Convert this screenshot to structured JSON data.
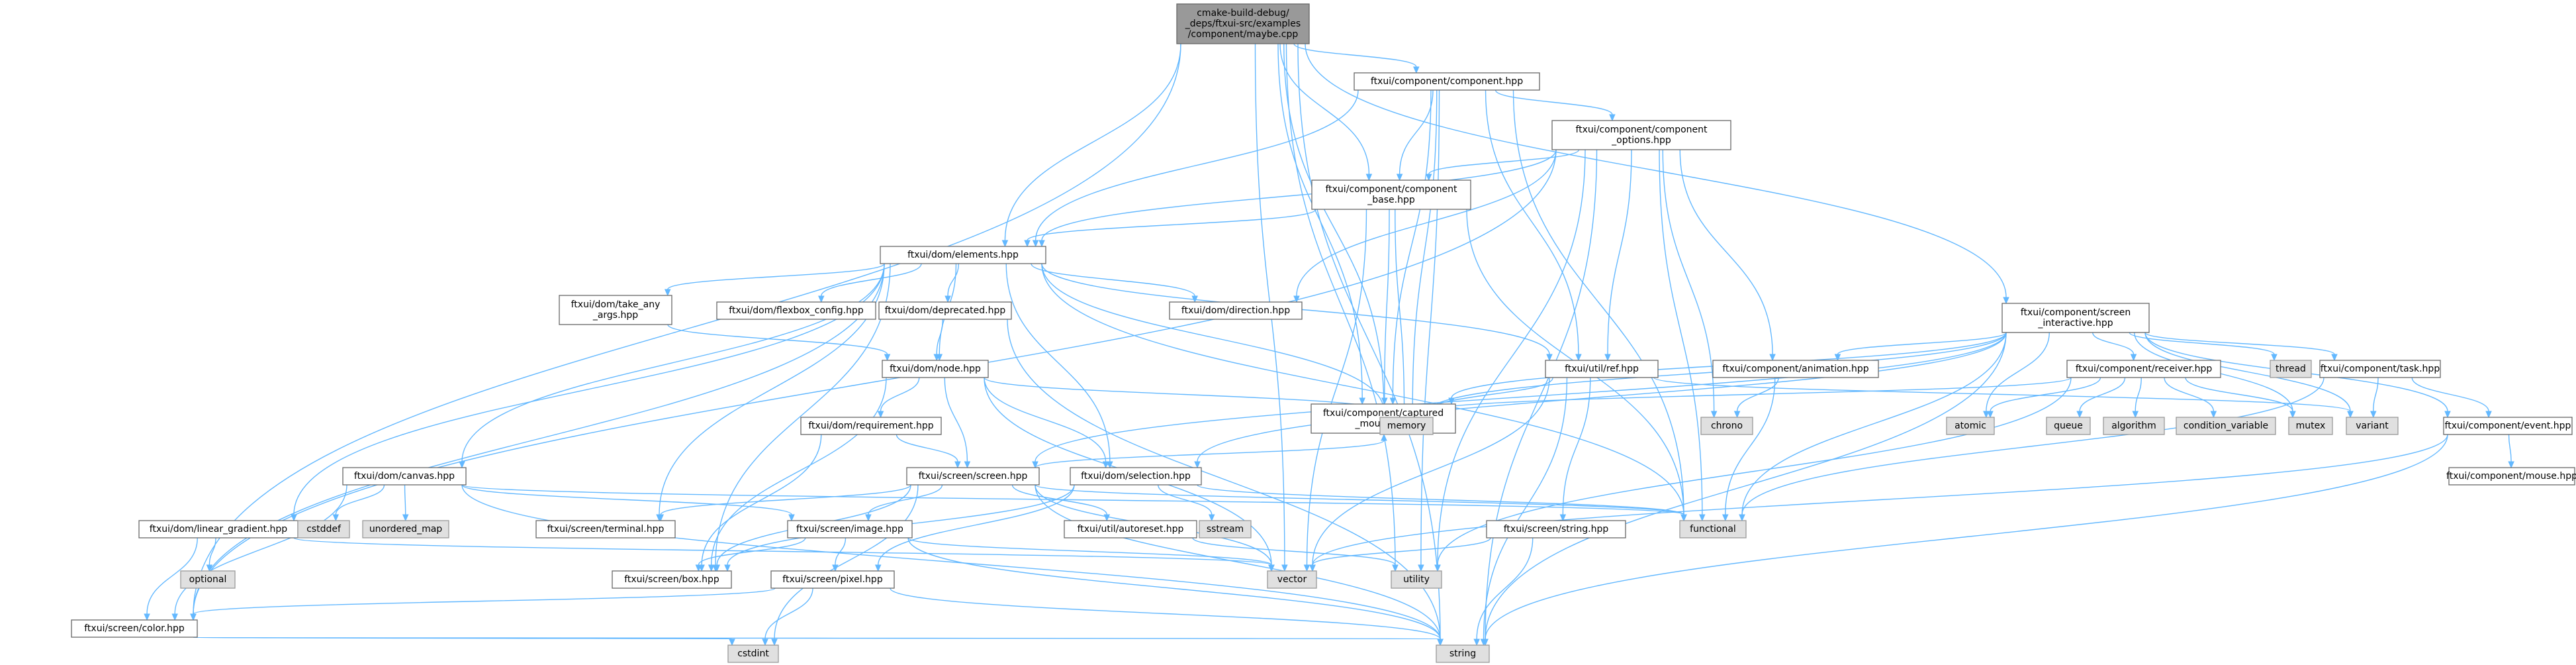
{
  "nodes": [
    {
      "id": "root",
      "kind": "root",
      "lines": [
        "cmake-build-debug/",
        "_deps/ftxui-src/examples",
        "/component/maybe.cpp"
      ]
    },
    {
      "id": "component",
      "kind": "file",
      "lines": [
        "ftxui/component/component.hpp"
      ]
    },
    {
      "id": "component_options",
      "kind": "file",
      "lines": [
        "ftxui/component/component",
        "_options.hpp"
      ]
    },
    {
      "id": "component_base",
      "kind": "file",
      "lines": [
        "ftxui/component/component",
        "_base.hpp"
      ]
    },
    {
      "id": "elements",
      "kind": "file",
      "lines": [
        "ftxui/dom/elements.hpp"
      ]
    },
    {
      "id": "take_any_args",
      "kind": "file",
      "lines": [
        "ftxui/dom/take_any",
        "_args.hpp"
      ]
    },
    {
      "id": "flexbox_config",
      "kind": "file",
      "lines": [
        "ftxui/dom/flexbox_config.hpp"
      ]
    },
    {
      "id": "deprecated",
      "kind": "file",
      "lines": [
        "ftxui/dom/deprecated.hpp"
      ]
    },
    {
      "id": "direction",
      "kind": "file",
      "lines": [
        "ftxui/dom/direction.hpp"
      ]
    },
    {
      "id": "node",
      "kind": "file",
      "lines": [
        "ftxui/dom/node.hpp"
      ]
    },
    {
      "id": "requirement",
      "kind": "file",
      "lines": [
        "ftxui/dom/requirement.hpp"
      ]
    },
    {
      "id": "canvas",
      "kind": "file",
      "lines": [
        "ftxui/dom/canvas.hpp"
      ]
    },
    {
      "id": "linear_gradient",
      "kind": "file",
      "lines": [
        "ftxui/dom/linear_gradient.hpp"
      ]
    },
    {
      "id": "screen",
      "kind": "file",
      "lines": [
        "ftxui/screen/screen.hpp"
      ]
    },
    {
      "id": "selection",
      "kind": "file",
      "lines": [
        "ftxui/dom/selection.hpp"
      ]
    },
    {
      "id": "terminal",
      "kind": "file",
      "lines": [
        "ftxui/screen/terminal.hpp"
      ]
    },
    {
      "id": "image",
      "kind": "file",
      "lines": [
        "ftxui/screen/image.hpp"
      ]
    },
    {
      "id": "autoreset",
      "kind": "file",
      "lines": [
        "ftxui/util/autoreset.hpp"
      ]
    },
    {
      "id": "box",
      "kind": "file",
      "lines": [
        "ftxui/screen/box.hpp"
      ]
    },
    {
      "id": "pixel",
      "kind": "file",
      "lines": [
        "ftxui/screen/pixel.hpp"
      ]
    },
    {
      "id": "color",
      "kind": "file",
      "lines": [
        "ftxui/screen/color.hpp"
      ]
    },
    {
      "id": "string_hpp",
      "kind": "file",
      "lines": [
        "ftxui/screen/string.hpp"
      ]
    },
    {
      "id": "ref",
      "kind": "file",
      "lines": [
        "ftxui/util/ref.hpp"
      ]
    },
    {
      "id": "captured_mouse",
      "kind": "file",
      "lines": [
        "ftxui/component/captured",
        "_mouse.hpp"
      ]
    },
    {
      "id": "animation",
      "kind": "file",
      "lines": [
        "ftxui/component/animation.hpp"
      ]
    },
    {
      "id": "screen_interactive",
      "kind": "file",
      "lines": [
        "ftxui/component/screen",
        "_interactive.hpp"
      ]
    },
    {
      "id": "receiver",
      "kind": "file",
      "lines": [
        "ftxui/component/receiver.hpp"
      ]
    },
    {
      "id": "task",
      "kind": "file",
      "lines": [
        "ftxui/component/task.hpp"
      ]
    },
    {
      "id": "event",
      "kind": "file",
      "lines": [
        "ftxui/component/event.hpp"
      ]
    },
    {
      "id": "mouse",
      "kind": "file",
      "lines": [
        "ftxui/component/mouse.hpp"
      ]
    },
    {
      "id": "memory",
      "kind": "sys",
      "lines": [
        "memory"
      ]
    },
    {
      "id": "chrono",
      "kind": "sys",
      "lines": [
        "chrono"
      ]
    },
    {
      "id": "functional",
      "kind": "sys",
      "lines": [
        "functional"
      ]
    },
    {
      "id": "vector",
      "kind": "sys",
      "lines": [
        "vector"
      ]
    },
    {
      "id": "utility",
      "kind": "sys",
      "lines": [
        "utility"
      ]
    },
    {
      "id": "string",
      "kind": "sys",
      "lines": [
        "string"
      ]
    },
    {
      "id": "cstdint",
      "kind": "sys",
      "lines": [
        "cstdint"
      ]
    },
    {
      "id": "sstream",
      "kind": "sys",
      "lines": [
        "sstream"
      ]
    },
    {
      "id": "cstddef",
      "kind": "sys",
      "lines": [
        "cstddef"
      ]
    },
    {
      "id": "unordered_map",
      "kind": "sys",
      "lines": [
        "unordered_map"
      ]
    },
    {
      "id": "optional",
      "kind": "sys",
      "lines": [
        "optional"
      ]
    },
    {
      "id": "atomic",
      "kind": "sys",
      "lines": [
        "atomic"
      ]
    },
    {
      "id": "queue",
      "kind": "sys",
      "lines": [
        "queue"
      ]
    },
    {
      "id": "algorithm",
      "kind": "sys",
      "lines": [
        "algorithm"
      ]
    },
    {
      "id": "condition_variable",
      "kind": "sys",
      "lines": [
        "condition_variable"
      ]
    },
    {
      "id": "mutex",
      "kind": "sys",
      "lines": [
        "mutex"
      ]
    },
    {
      "id": "variant",
      "kind": "sys",
      "lines": [
        "variant"
      ]
    },
    {
      "id": "thread",
      "kind": "sys",
      "lines": [
        "thread"
      ]
    }
  ],
  "edges": [
    [
      "root",
      "component"
    ],
    [
      "root",
      "component_base"
    ],
    [
      "root",
      "elements"
    ],
    [
      "root",
      "captured_mouse"
    ],
    [
      "root",
      "screen_interactive"
    ],
    [
      "root",
      "color"
    ],
    [
      "root",
      "string"
    ],
    [
      "root",
      "vector"
    ],
    [
      "root",
      "utility"
    ],
    [
      "root",
      "memory"
    ],
    [
      "component",
      "component_options"
    ],
    [
      "component",
      "component_base"
    ],
    [
      "component",
      "elements"
    ],
    [
      "component",
      "ref"
    ],
    [
      "component",
      "memory"
    ],
    [
      "component",
      "functional"
    ],
    [
      "component",
      "utility"
    ],
    [
      "component",
      "captured_mouse"
    ],
    [
      "component_options",
      "component_base"
    ],
    [
      "component_options",
      "elements"
    ],
    [
      "component_options",
      "ref"
    ],
    [
      "component_options",
      "animation"
    ],
    [
      "component_options",
      "direction"
    ],
    [
      "component_options",
      "color"
    ],
    [
      "component_options",
      "chrono"
    ],
    [
      "component_options",
      "functional"
    ],
    [
      "component_options",
      "string"
    ],
    [
      "component_options",
      "utility"
    ],
    [
      "component_base",
      "elements"
    ],
    [
      "component_base",
      "captured_mouse"
    ],
    [
      "component_base",
      "memory"
    ],
    [
      "component_base",
      "functional"
    ],
    [
      "component_base",
      "vector"
    ],
    [
      "elements",
      "take_any_args"
    ],
    [
      "elements",
      "flexbox_config"
    ],
    [
      "elements",
      "deprecated"
    ],
    [
      "elements",
      "direction"
    ],
    [
      "elements",
      "node"
    ],
    [
      "elements",
      "canvas"
    ],
    [
      "elements",
      "linear_gradient"
    ],
    [
      "elements",
      "color"
    ],
    [
      "elements",
      "terminal"
    ],
    [
      "elements",
      "box"
    ],
    [
      "elements",
      "ref"
    ],
    [
      "elements",
      "functional"
    ],
    [
      "elements",
      "memory"
    ],
    [
      "elements",
      "selection"
    ],
    [
      "take_any_args",
      "node"
    ],
    [
      "deprecated",
      "node"
    ],
    [
      "deprecated",
      "string"
    ],
    [
      "node",
      "requirement"
    ],
    [
      "node",
      "selection"
    ],
    [
      "node",
      "screen"
    ],
    [
      "node",
      "memory"
    ],
    [
      "node",
      "vector"
    ],
    [
      "node",
      "box"
    ],
    [
      "requirement",
      "screen"
    ],
    [
      "requirement",
      "box"
    ],
    [
      "canvas",
      "color"
    ],
    [
      "canvas",
      "image"
    ],
    [
      "canvas",
      "cstddef"
    ],
    [
      "canvas",
      "unordered_map"
    ],
    [
      "canvas",
      "functional"
    ],
    [
      "canvas",
      "string"
    ],
    [
      "linear_gradient",
      "color"
    ],
    [
      "linear_gradient",
      "optional"
    ],
    [
      "linear_gradient",
      "vector"
    ],
    [
      "screen",
      "terminal"
    ],
    [
      "screen",
      "image"
    ],
    [
      "screen",
      "box"
    ],
    [
      "screen",
      "autoreset"
    ],
    [
      "screen",
      "cstdint"
    ],
    [
      "screen",
      "string"
    ],
    [
      "screen",
      "vector"
    ],
    [
      "screen",
      "functional"
    ],
    [
      "screen",
      "memory"
    ],
    [
      "selection",
      "pixel"
    ],
    [
      "selection",
      "box"
    ],
    [
      "selection",
      "sstream"
    ],
    [
      "selection",
      "functional"
    ],
    [
      "image",
      "pixel"
    ],
    [
      "image",
      "box"
    ],
    [
      "image",
      "string"
    ],
    [
      "image",
      "vector"
    ],
    [
      "pixel",
      "color"
    ],
    [
      "pixel",
      "cstdint"
    ],
    [
      "pixel",
      "string"
    ],
    [
      "color",
      "cstdint"
    ],
    [
      "color",
      "string"
    ],
    [
      "autoreset",
      "utility"
    ],
    [
      "ref",
      "string_hpp"
    ],
    [
      "ref",
      "memory"
    ],
    [
      "ref",
      "string"
    ],
    [
      "ref",
      "vector"
    ],
    [
      "ref",
      "variant"
    ],
    [
      "string_hpp",
      "string"
    ],
    [
      "string_hpp",
      "vector"
    ],
    [
      "captured_mouse",
      "memory"
    ],
    [
      "animation",
      "chrono"
    ],
    [
      "animation",
      "functional"
    ],
    [
      "screen_interactive",
      "captured_mouse"
    ],
    [
      "screen_interactive",
      "animation"
    ],
    [
      "screen_interactive",
      "receiver"
    ],
    [
      "screen_interactive",
      "task"
    ],
    [
      "screen_interactive",
      "event"
    ],
    [
      "screen_interactive",
      "screen"
    ],
    [
      "screen_interactive",
      "selection"
    ],
    [
      "screen_interactive",
      "atomic"
    ],
    [
      "screen_interactive",
      "thread"
    ],
    [
      "screen_interactive",
      "variant"
    ],
    [
      "screen_interactive",
      "memory"
    ],
    [
      "screen_interactive",
      "functional"
    ],
    [
      "screen_interactive",
      "string"
    ],
    [
      "screen_interactive",
      "mutex"
    ],
    [
      "receiver",
      "atomic"
    ],
    [
      "receiver",
      "queue"
    ],
    [
      "receiver",
      "algorithm"
    ],
    [
      "receiver",
      "condition_variable"
    ],
    [
      "receiver",
      "mutex"
    ],
    [
      "receiver",
      "memory"
    ],
    [
      "receiver",
      "utility"
    ],
    [
      "task",
      "variant"
    ],
    [
      "task",
      "functional"
    ],
    [
      "task",
      "event"
    ],
    [
      "event",
      "mouse"
    ],
    [
      "event",
      "string"
    ],
    [
      "event",
      "vector"
    ]
  ]
}
